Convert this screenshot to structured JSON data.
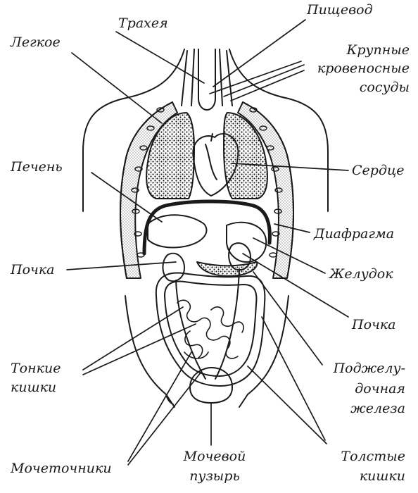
{
  "labels": {
    "trachea": "Трахея",
    "esophagus": "Пищевод",
    "lung": "Легкое",
    "vessels_1": "Крупные",
    "vessels_2": "кровеносные",
    "vessels_3": "сосуды",
    "liver": "Печень",
    "heart": "Сердце",
    "diaphragm": "Диафрагма",
    "kidney_left": "Почка",
    "stomach": "Желудок",
    "kidney_right": "Почка",
    "small_int_1": "Тонкие",
    "small_int_2": "кишки",
    "pancreas_1": "Поджелу-",
    "pancreas_2": "дочная",
    "pancreas_3": "железа",
    "ureters": "Мочеточники",
    "bladder_1": "Мочевой",
    "bladder_2": "пузырь",
    "large_int_1": "Толстые",
    "large_int_2": "кишки"
  },
  "colors": {
    "ink": "#1a1a1a",
    "paper": "#ffffff"
  }
}
